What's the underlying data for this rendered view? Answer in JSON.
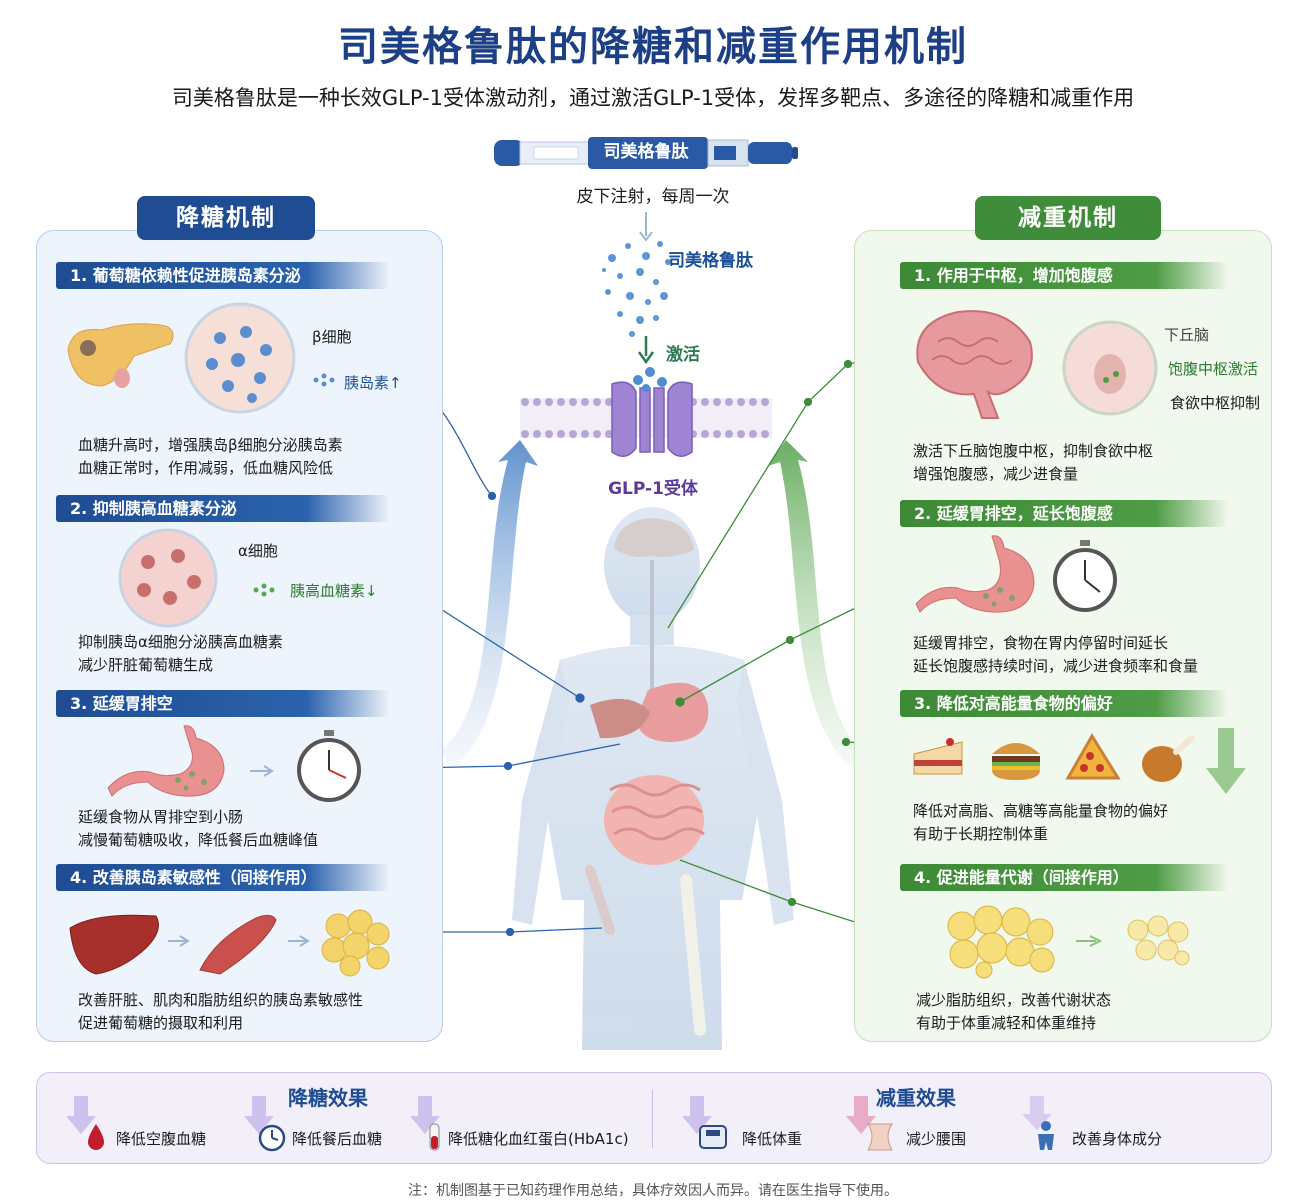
{
  "title": "司美格鲁肽的降糖和减重作用机制",
  "subtitle": "司美格鲁肽是一种长效GLP-1受体激动剂，通过激活GLP-1受体，发挥多靶点、多途径的降糖和减重作用",
  "center": {
    "pen_label": "司美格鲁肽",
    "injection": "皮下注射，每周一次",
    "drug_label": "司美格鲁肽",
    "activate": "激活",
    "receptor": "GLP-1受体"
  },
  "left_panel": {
    "tab": "降糖机制",
    "sections": [
      {
        "title": "1. 葡萄糖依赖性促进胰岛素分泌",
        "label_a": "β细胞",
        "label_b": "胰岛素↑",
        "lines": [
          "血糖升高时，增强胰岛β细胞分泌胰岛素",
          "血糖正常时，作用减弱，低血糖风险低"
        ]
      },
      {
        "title": "2. 抑制胰高血糖素分泌",
        "label_a": "α细胞",
        "label_b": "胰高血糖素↓",
        "lines": [
          "抑制胰岛α细胞分泌胰高血糖素",
          "减少肝脏葡萄糖生成"
        ]
      },
      {
        "title": "3. 延缓胃排空",
        "lines": [
          "延缓食物从胃排空到小肠",
          "减慢葡萄糖吸收，降低餐后血糖峰值"
        ]
      },
      {
        "title": "4. 改善胰岛素敏感性（间接作用）",
        "lines": [
          "改善肝脏、肌肉和脂肪组织的胰岛素敏感性",
          "促进葡萄糖的摄取和利用"
        ]
      }
    ]
  },
  "right_panel": {
    "tab": "减重机制",
    "sections": [
      {
        "title": "1. 作用于中枢，增加饱腹感",
        "label_a": "下丘脑",
        "label_b": "饱腹中枢激活",
        "label_c": "食欲中枢抑制",
        "lines": [
          "激活下丘脑饱腹中枢，抑制食欲中枢",
          "增强饱腹感，减少进食量"
        ]
      },
      {
        "title": "2. 延缓胃排空，延长饱腹感",
        "lines": [
          "延缓胃排空，食物在胃内停留时间延长",
          "延长饱腹感持续时间，减少进食频率和食量"
        ]
      },
      {
        "title": "3. 降低对高能量食物的偏好",
        "lines": [
          "降低对高脂、高糖等高能量食物的偏好",
          "有助于长期控制体重"
        ]
      },
      {
        "title": "4. 促进能量代谢（间接作用）",
        "lines": [
          "减少脂肪组织，改善代谢状态",
          "有助于体重减轻和体重维持"
        ]
      }
    ]
  },
  "effects": {
    "glucose_title": "降糖效果",
    "glucose_items": [
      "降低空腹血糖",
      "降低餐后血糖",
      "降低糖化血红蛋白(HbA1c)"
    ],
    "weight_title": "减重效果",
    "weight_items": [
      "降低体重",
      "减少腰围",
      "改善身体成分"
    ]
  },
  "footnote": "注：机制图基于已知药理作用总结，具体疗效因人而异。请在医生指导下使用。",
  "colors": {
    "blue": "#1f4c92",
    "green": "#3f8c3a",
    "purple": "#8b6cc9"
  }
}
